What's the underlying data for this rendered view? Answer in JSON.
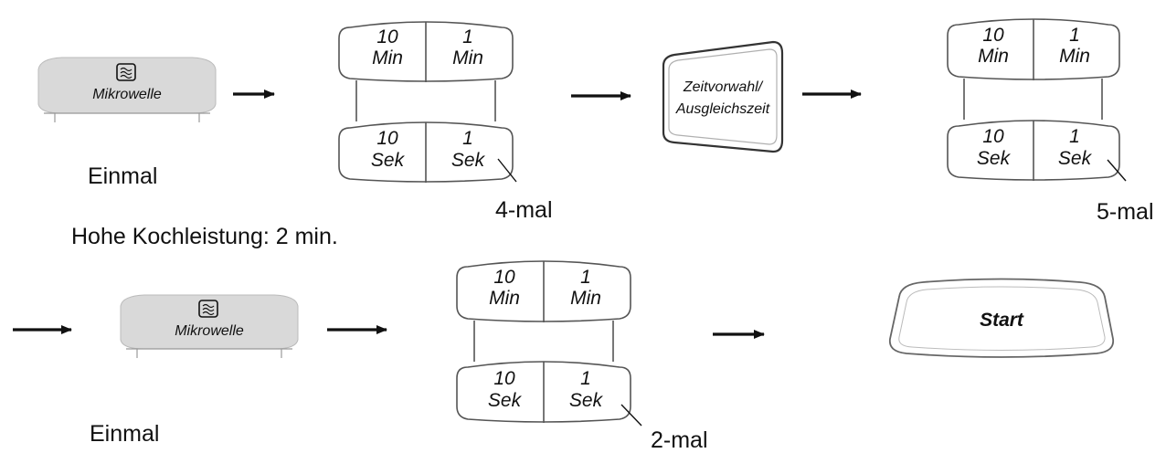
{
  "colors": {
    "ink": "#111111",
    "outline": "#555555",
    "button_fill": "#d9d9d9"
  },
  "icons": {
    "microwave": "microwave-icon",
    "arrow": "arrow-right-icon"
  },
  "row1": {
    "mikrowelle_label": "Mikrowelle",
    "einmal_label": "Einmal",
    "timekeys_a": {
      "k10min": [
        "10",
        "Min"
      ],
      "k1min": [
        "1",
        "Min"
      ],
      "k10sek": [
        "10",
        "Sek"
      ],
      "k1sek": [
        "1",
        "Sek"
      ]
    },
    "count_a": "4-mal",
    "zeitvorwahl_label": [
      "Zeitvorwahl/",
      "Ausgleichszeit"
    ],
    "timekeys_b": {
      "k10min": [
        "10",
        "Min"
      ],
      "k1min": [
        "1",
        "Min"
      ],
      "k10sek": [
        "10",
        "Sek"
      ],
      "k1sek": [
        "1",
        "Sek"
      ]
    },
    "count_b": "5-mal"
  },
  "power_note": "Hohe Kochleistung: 2 min.",
  "row2": {
    "mikrowelle_label": "Mikrowelle",
    "einmal_label": "Einmal",
    "timekeys": {
      "k10min": [
        "10",
        "Min"
      ],
      "k1min": [
        "1",
        "Min"
      ],
      "k10sek": [
        "10",
        "Sek"
      ],
      "k1sek": [
        "1",
        "Sek"
      ]
    },
    "count": "2-mal",
    "start_label": "Start"
  }
}
